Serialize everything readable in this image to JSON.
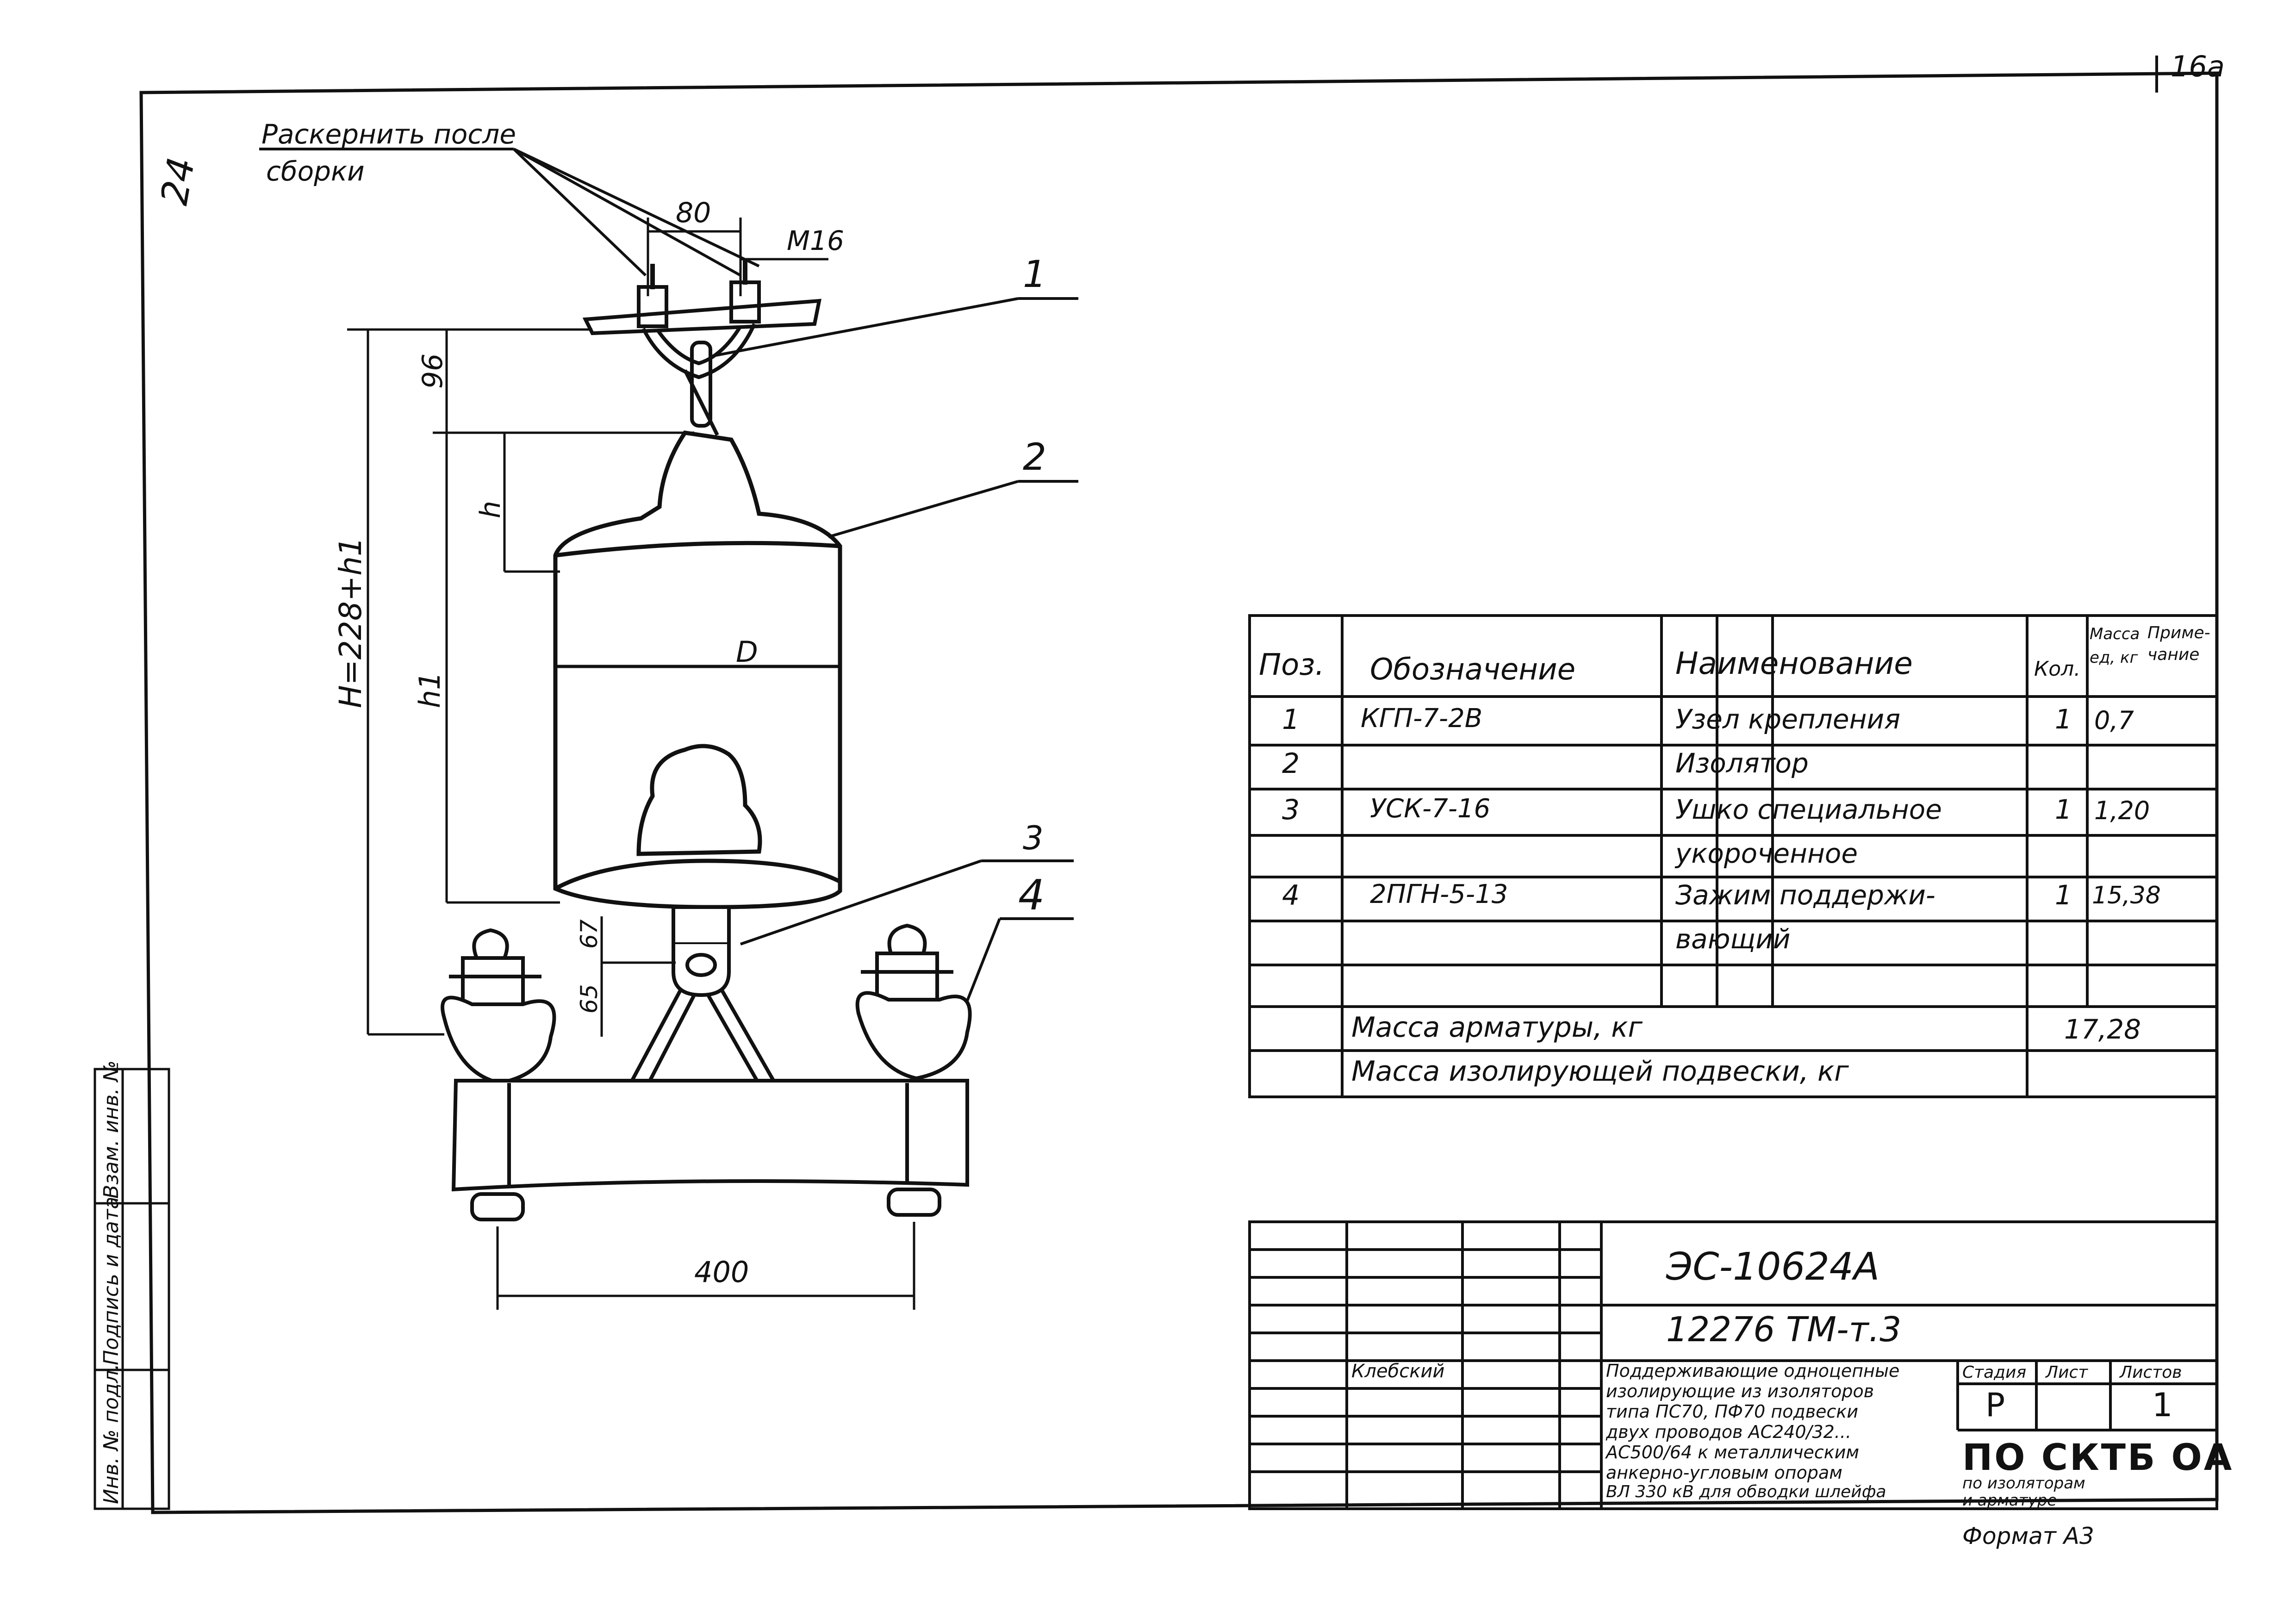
{
  "sheet": {
    "sheet_no_top": "16a",
    "margin_num": "24",
    "format": "Формат А3"
  },
  "drawing": {
    "note": [
      "Раскернить после",
      "сборки"
    ],
    "dim_80": "80",
    "dim_m16": "M16",
    "dim_96": "96",
    "dim_h": "h",
    "dim_H": "H=228+h1",
    "dim_h1": "h1",
    "dim_D": "D",
    "dim_67": "67",
    "dim_65": "65",
    "dim_400": "400",
    "callouts": [
      "1",
      "2",
      "3",
      "4"
    ]
  },
  "spec_table": {
    "headers": [
      "Поз.",
      "Обозначение",
      "Наименование",
      "Кол.",
      "Масса ед, кг",
      "Приме-чание"
    ],
    "rows": [
      {
        "pos": "1",
        "des": "КГП-7-2В",
        "name": "Узел крепления",
        "qty": "1",
        "mass": "0,7",
        "note": ""
      },
      {
        "pos": "2",
        "des": "",
        "name": "Изолятор",
        "qty": "",
        "mass": "",
        "note": ""
      },
      {
        "pos": "3",
        "des": "УСК-7-16",
        "name": "Ушко специальное",
        "qty": "1",
        "mass": "1,20",
        "note": ""
      },
      {
        "pos": "",
        "des": "",
        "name": "укороченное",
        "qty": "",
        "mass": "",
        "note": ""
      },
      {
        "pos": "4",
        "des": "2ПГН-5-13",
        "name": "Зажим поддержи-",
        "qty": "1",
        "mass": "15,38",
        "note": ""
      },
      {
        "pos": "",
        "des": "",
        "name": "вающий",
        "qty": "",
        "mass": "",
        "note": ""
      },
      {
        "pos": "",
        "des": "",
        "name": "",
        "qty": "",
        "mass": "",
        "note": ""
      }
    ],
    "mass_armature_label": "Масса арматуры, кг",
    "mass_armature_value": "17,28",
    "mass_suspension_label": "Масса изолирующей подвески, кг"
  },
  "title_block": {
    "doc_code": "ЭС-10624А",
    "project_code": "12276 ТМ-т.3",
    "title_lines": [
      "Поддерживающие одноцепные",
      "изолирующие из изоляторов",
      "типа ПС70, ПФ70 подвески",
      "двух проводов АС240/32...",
      "АС500/64 к металлическим",
      "анкерно-угловым опорам",
      "ВЛ 330 кВ для обводки шлейфа"
    ],
    "stage_label": "Стадия",
    "sheet_label": "Лист",
    "sheets_label": "Листов",
    "stage": "Р",
    "sheet": "1",
    "org": "ПО СКТБ ОА",
    "org_sub": [
      "по изоляторам",
      "и арматуре"
    ],
    "signer": "Клебский"
  },
  "side_stamp": {
    "labels": [
      "Инв. № подл.",
      "Подпись и дата",
      "Взам. инв. №"
    ]
  }
}
